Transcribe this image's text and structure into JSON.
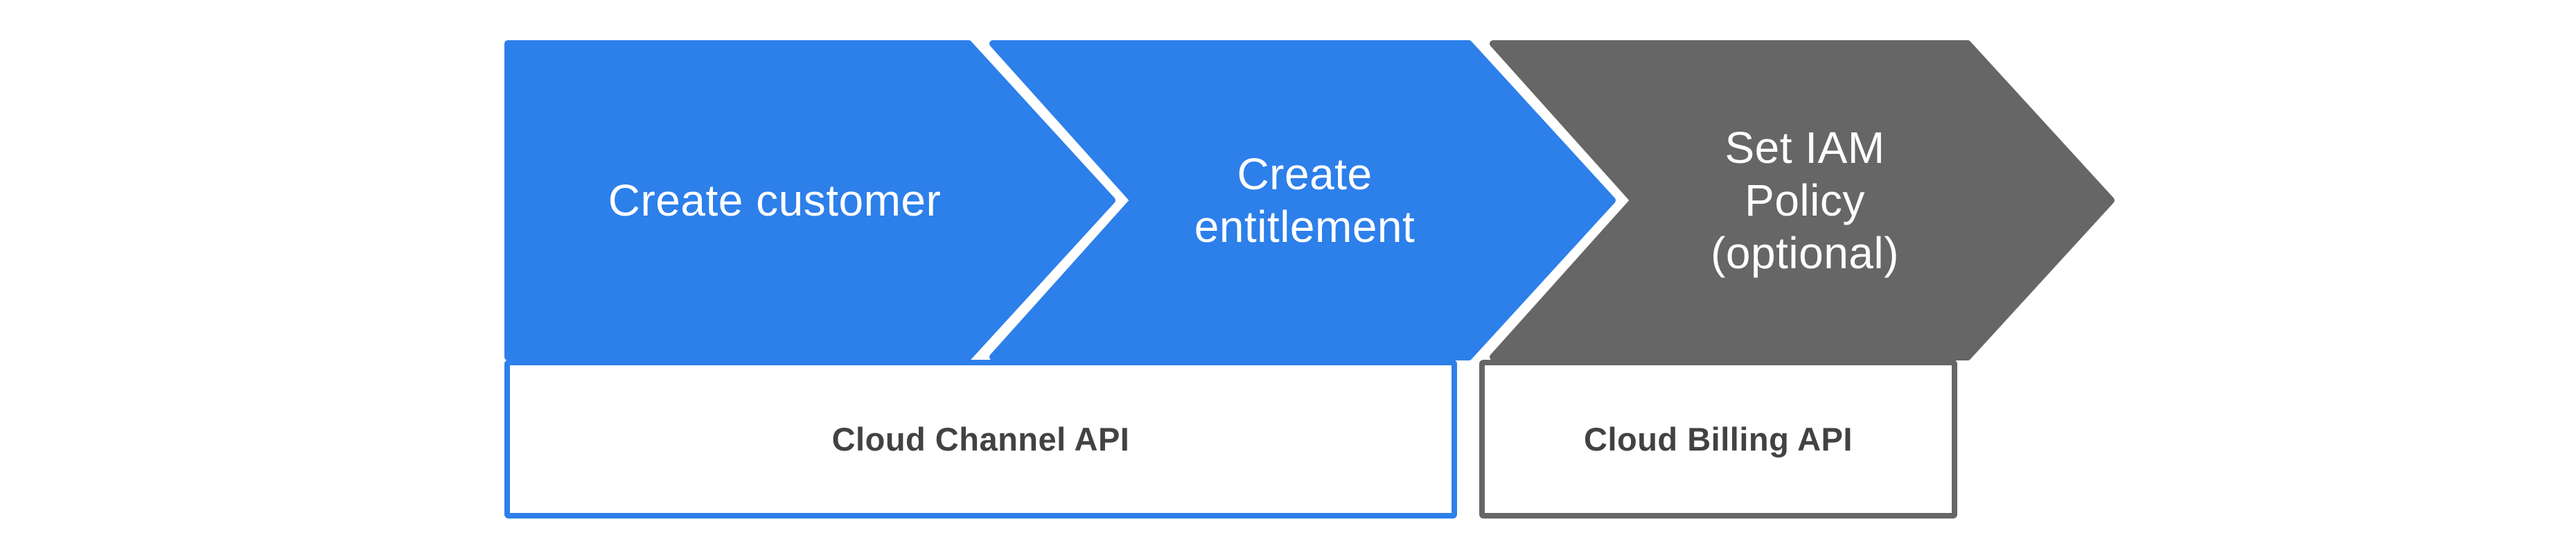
{
  "diagram": {
    "description_note": "Procurement workflow chevron diagram"
  },
  "colors": {
    "blue": "#2D7FEA",
    "gray": "#666666",
    "box_text": "#424242",
    "arrow_text": "#FFFFFF",
    "background": "#FFFFFF"
  },
  "arrows": [
    {
      "id": "create-customer",
      "label": "Create customer",
      "label_lines": [
        "Create customer"
      ],
      "color": "#2D7FEA"
    },
    {
      "id": "create-entitlement",
      "label": "Create entitlement",
      "label_lines": [
        "Create",
        "entitlement"
      ],
      "color": "#2D7FEA"
    },
    {
      "id": "set-iam-policy",
      "label": "Set IAM Policy (optional)",
      "label_lines": [
        "Set IAM",
        "Policy",
        "(optional)"
      ],
      "color": "#666666"
    }
  ],
  "api_boxes": [
    {
      "id": "cloud-channel-api",
      "label": "Cloud Channel API",
      "border_color": "#2D7FEA"
    },
    {
      "id": "cloud-billing-api",
      "label": "Cloud Billing API",
      "border_color": "#666666"
    }
  ]
}
